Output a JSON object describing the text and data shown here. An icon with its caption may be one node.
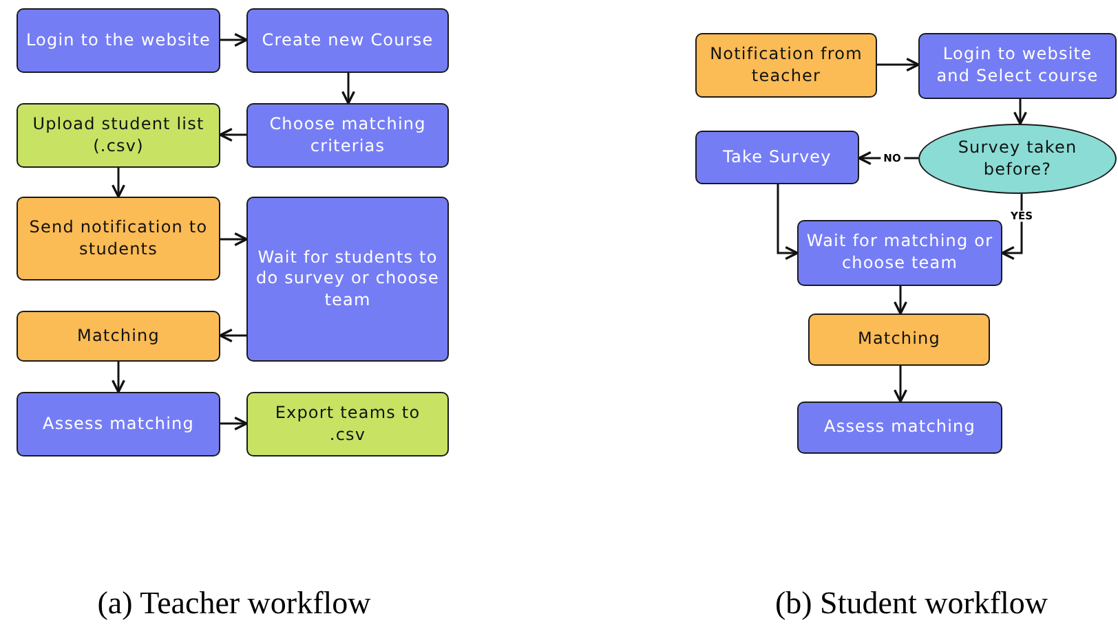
{
  "diagram": {
    "nodes": [
      {
        "text": [
          "Login to the website"
        ]
      },
      {
        "text": [
          "Create new Course"
        ]
      },
      {
        "text": [
          "Upload student list (.csv)"
        ]
      },
      {
        "text": [
          "Choose matching criterias"
        ]
      },
      {
        "text": [
          "Send notification to students"
        ]
      },
      {
        "text": [
          "Wait for students to do survey or choose team"
        ]
      },
      {
        "text": [
          "Matching"
        ]
      },
      {
        "text": [
          "Assess matching"
        ]
      },
      {
        "text": [
          "Export teams to .csv"
        ]
      },
      {
        "text": [
          "Notification from teacher"
        ]
      },
      {
        "text": [
          "Login to website and Select course"
        ]
      },
      {
        "text": [
          "Take Survey"
        ]
      },
      {
        "text": [
          "Survey taken before?"
        ]
      },
      {
        "text": [
          "Wait for matching or choose team"
        ]
      },
      {
        "text": [
          "Matching"
        ]
      },
      {
        "text": [
          "Assess matching"
        ]
      }
    ],
    "edges": [
      {
        "from": 0,
        "to": 1,
        "arrow": "to"
      },
      {
        "from": 1,
        "to": 3,
        "arrow": "to"
      },
      {
        "from": 3,
        "to": 2,
        "arrow": "to"
      },
      {
        "from": 2,
        "to": 4,
        "arrow": "to"
      },
      {
        "from": 4,
        "to": 5,
        "arrow": "to"
      },
      {
        "from": 5,
        "to": 6,
        "arrow": "to"
      },
      {
        "from": 6,
        "to": 7,
        "arrow": "to"
      },
      {
        "from": 7,
        "to": 8,
        "arrow": "to"
      },
      {
        "from": 9,
        "to": 10,
        "arrow": "to"
      },
      {
        "from": 10,
        "to": 12,
        "arrow": "to"
      },
      {
        "from": 12,
        "to": 11,
        "arrow": "to",
        "label": "NO"
      },
      {
        "from": 11,
        "to": 13,
        "arrow": "to"
      },
      {
        "from": 12,
        "to": 13,
        "arrow": "to",
        "label": "YES"
      },
      {
        "from": 13,
        "to": 14,
        "arrow": "to"
      },
      {
        "from": 14,
        "to": 15,
        "arrow": "to"
      }
    ],
    "labels": [
      "(a) Teacher workflow",
      "(b) Student workflow"
    ]
  }
}
